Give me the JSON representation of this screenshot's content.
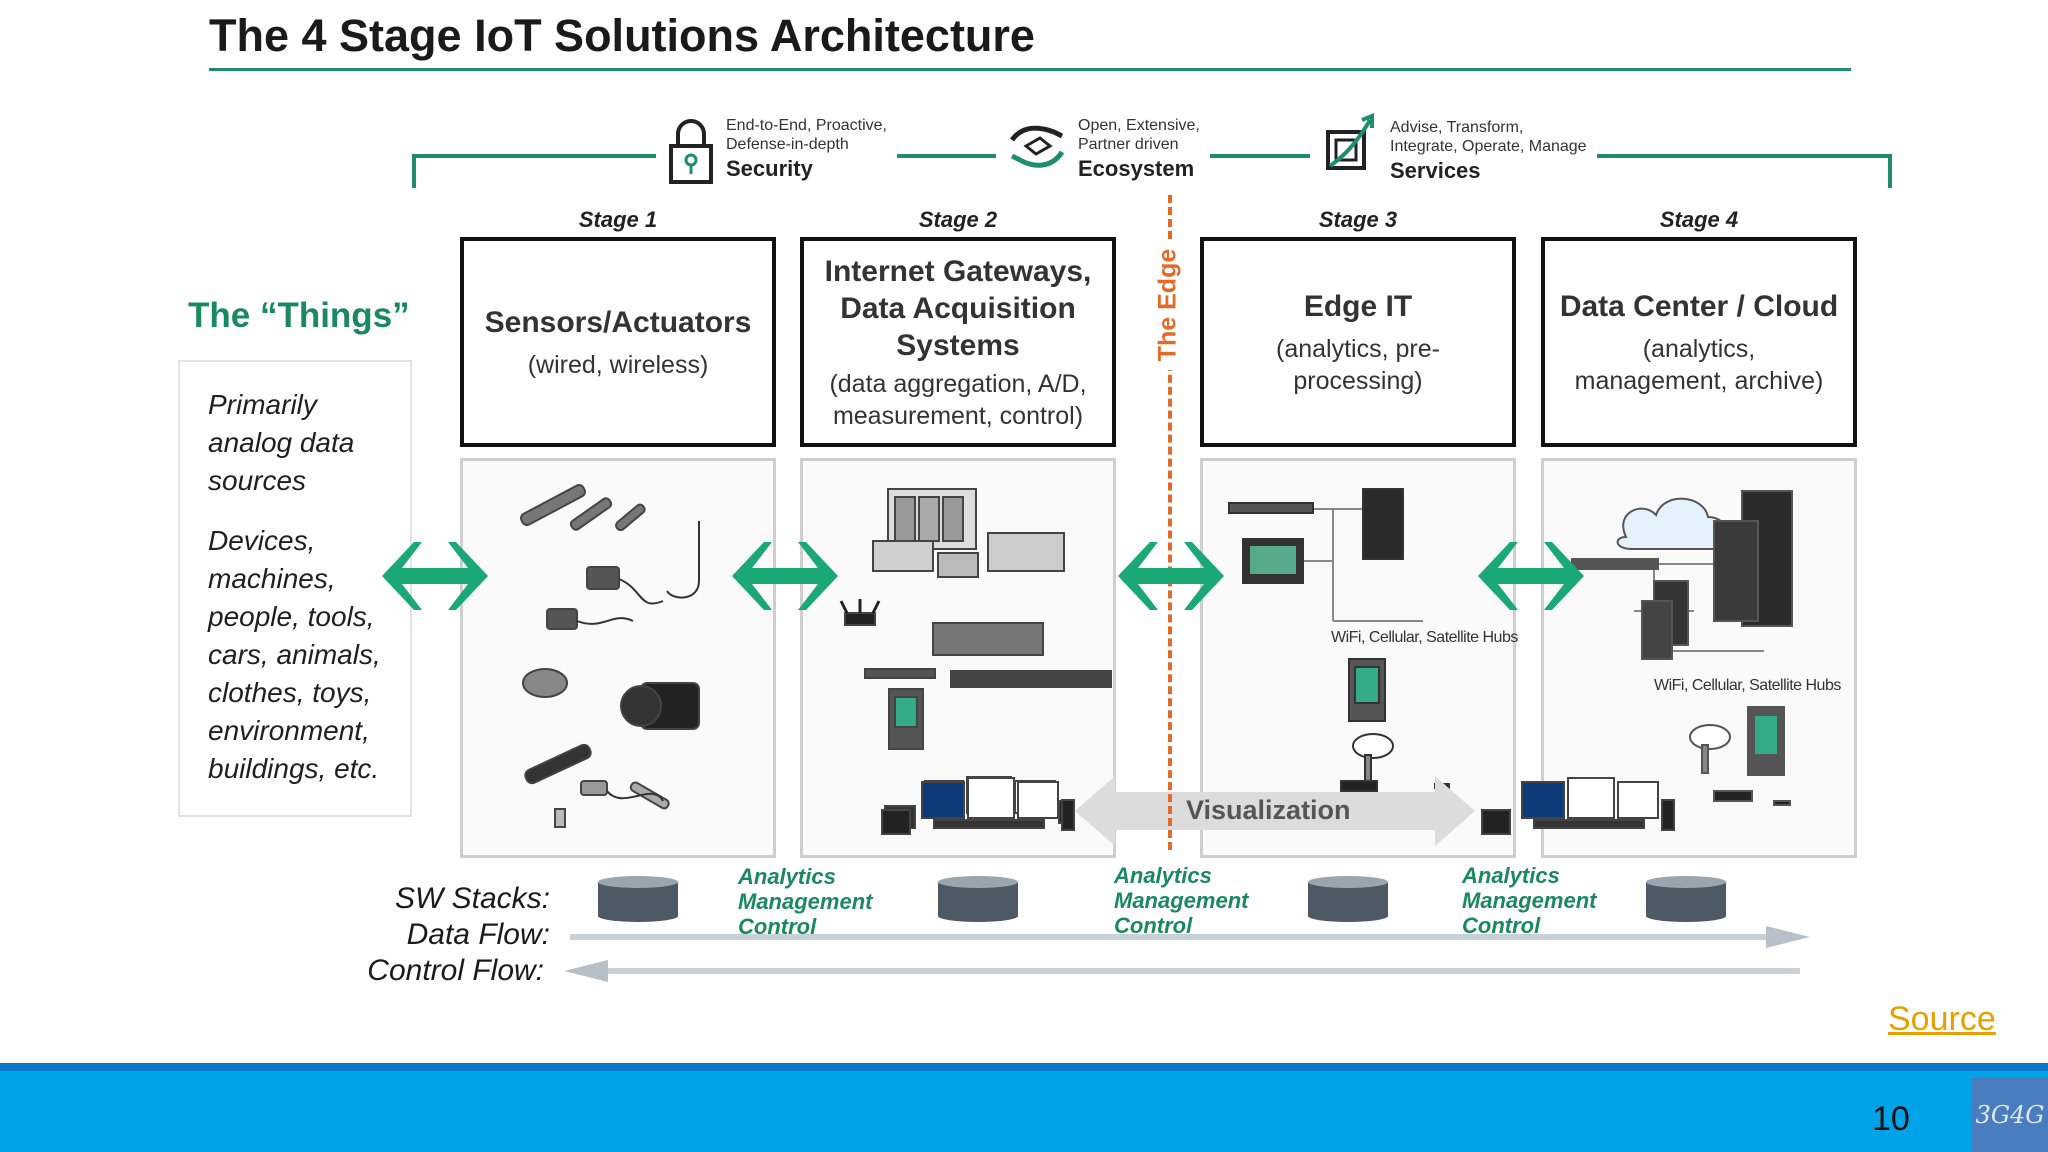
{
  "title": "The 4 Stage IoT Solutions Architecture",
  "themes": [
    {
      "icon": "padlock-icon",
      "desc_lines": [
        "End-to-End, Proactive,",
        "Defense-in-depth"
      ],
      "name": "Security"
    },
    {
      "icon": "handshake-icon",
      "desc_lines": [
        "Open, Extensive,",
        "Partner driven"
      ],
      "name": "Ecosystem"
    },
    {
      "icon": "growth-chart-icon",
      "desc_lines": [
        "Advise, Transform,",
        "Integrate, Operate, Manage"
      ],
      "name": "Services"
    }
  ],
  "things": {
    "title": "The “Things”",
    "paragraphs": [
      [
        "Primarily",
        "analog data",
        "sources"
      ],
      [
        "Devices,",
        "machines,",
        "people, tools,",
        "cars, animals,",
        "clothes, toys,",
        "environment,",
        "buildings, etc."
      ]
    ]
  },
  "stages": [
    {
      "label": "Stage 1",
      "title_lines": [
        "Sensors/Actuators"
      ],
      "sub_lines": [
        "(wired, wireless)"
      ]
    },
    {
      "label": "Stage 2",
      "title_lines": [
        "Internet Gateways,",
        "Data Acquisition",
        "Systems"
      ],
      "sub_lines": [
        "(data aggregation, A/D,",
        "measurement, control)"
      ]
    },
    {
      "label": "Stage 3",
      "title_lines": [
        "Edge IT"
      ],
      "sub_lines": [
        "(analytics, pre-",
        "processing)"
      ]
    },
    {
      "label": "Stage 4",
      "title_lines": [
        "Data Center / Cloud"
      ],
      "sub_lines": [
        "(analytics,",
        "management, archive)"
      ]
    }
  ],
  "edge_label": "The Edge",
  "hubs_label_stage3": "WiFi, Cellular, Satellite Hubs",
  "hubs_label_stage4": "WiFi, Cellular, Satellite Hubs",
  "visualization_label": "Visualization",
  "flows": {
    "sw_stacks": "SW Stacks:",
    "data_flow": "Data Flow:",
    "control_flow": "Control Flow:"
  },
  "amc_lines": [
    "Analytics",
    "Management",
    "Control"
  ],
  "source_link": "Source",
  "page_number": "10",
  "brand_logo_text": "3G4G",
  "colors": {
    "accent_green": "#1d8d6e",
    "arrow_green": "#1aa874",
    "edge_orange": "#e46a2a",
    "footer_blue": "#00a2e8",
    "source_link": "#e8a000"
  }
}
